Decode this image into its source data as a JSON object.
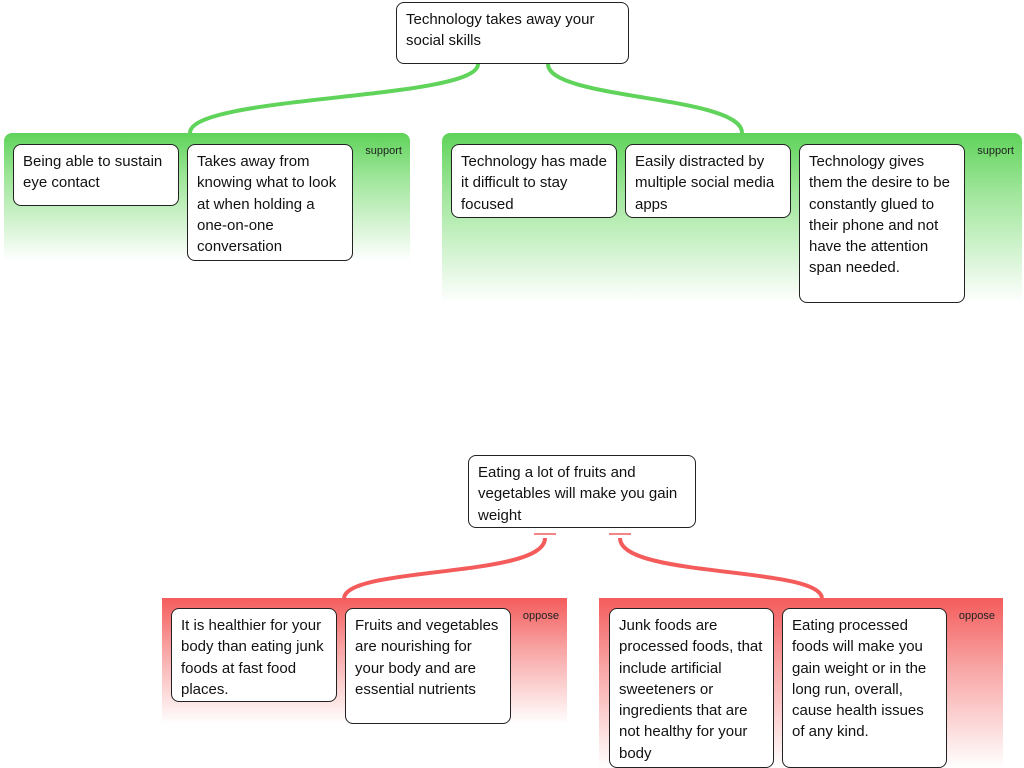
{
  "maps": [
    {
      "claim": "Technology takes away your social skills",
      "groups": [
        {
          "type_label": "support",
          "reasons": [
            "Being able to sustain eye contact",
            "Takes away from knowing what to look at when holding a one-on-one conversation"
          ]
        },
        {
          "type_label": "support",
          "reasons": [
            "Technology has made it difficult to stay focused",
            "Easily distracted by multiple social media apps",
            "Technology gives them the desire to be constantly glued to their phone and not have the attention span needed."
          ]
        }
      ]
    },
    {
      "claim": "Eating a lot of fruits and vegetables will make you gain weight",
      "groups": [
        {
          "type_label": "oppose",
          "reasons": [
            "It is healthier for your body than eating junk foods at fast food places.",
            "Fruits and vegetables are nourishing for your body and are essential nutrients"
          ]
        },
        {
          "type_label": "oppose",
          "reasons": [
            "Junk foods are processed foods, that include artificial sweeteners or ingredients that are not healthy for your body",
            "Eating processed foods will make you gain weight or in the long run, overall, cause health issues of any kind."
          ]
        }
      ]
    }
  ],
  "colors": {
    "support": "#5fd35a",
    "oppose": "#f45c5c"
  }
}
